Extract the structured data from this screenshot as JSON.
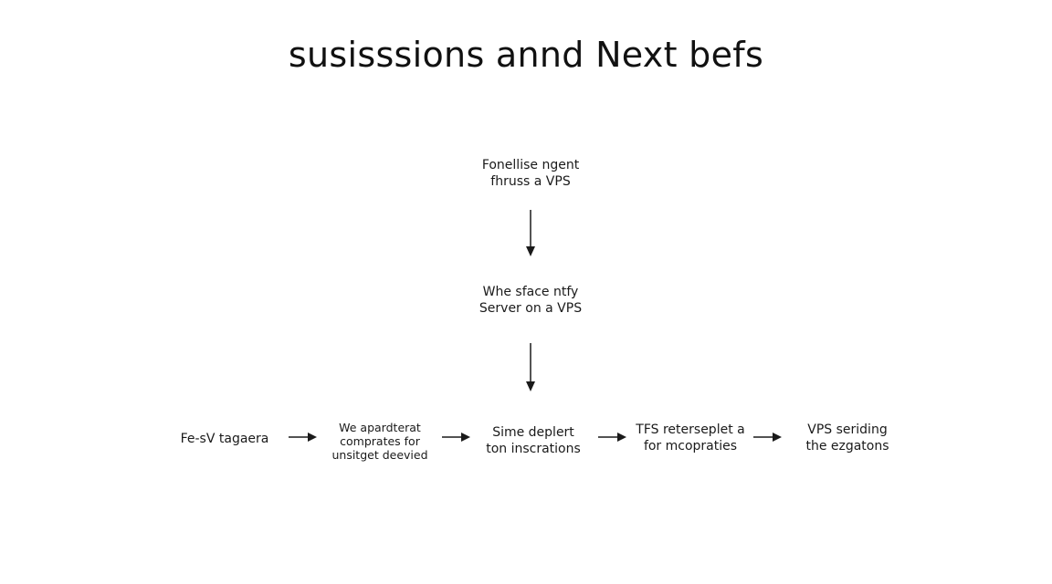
{
  "title": "susisssions annd Next befs",
  "nodes": {
    "top": [
      "Fonellise ngent",
      "fhruss a VPS"
    ],
    "middle": [
      "Whe sface ntfy",
      "Server on a VPS"
    ],
    "row1": [
      "Fe-sV tagaera"
    ],
    "row2": [
      "We apardterat",
      "comprates for",
      "unsitget deevied"
    ],
    "row3": [
      "Sime deplert",
      "ton inscrations"
    ],
    "row4": [
      "TFS reterseplet a",
      "for mcopraties"
    ],
    "row5": [
      "VPS seriding",
      "the ezgatons"
    ]
  },
  "colors": {
    "background": "#ffffff",
    "text": "#1a1a1a"
  }
}
